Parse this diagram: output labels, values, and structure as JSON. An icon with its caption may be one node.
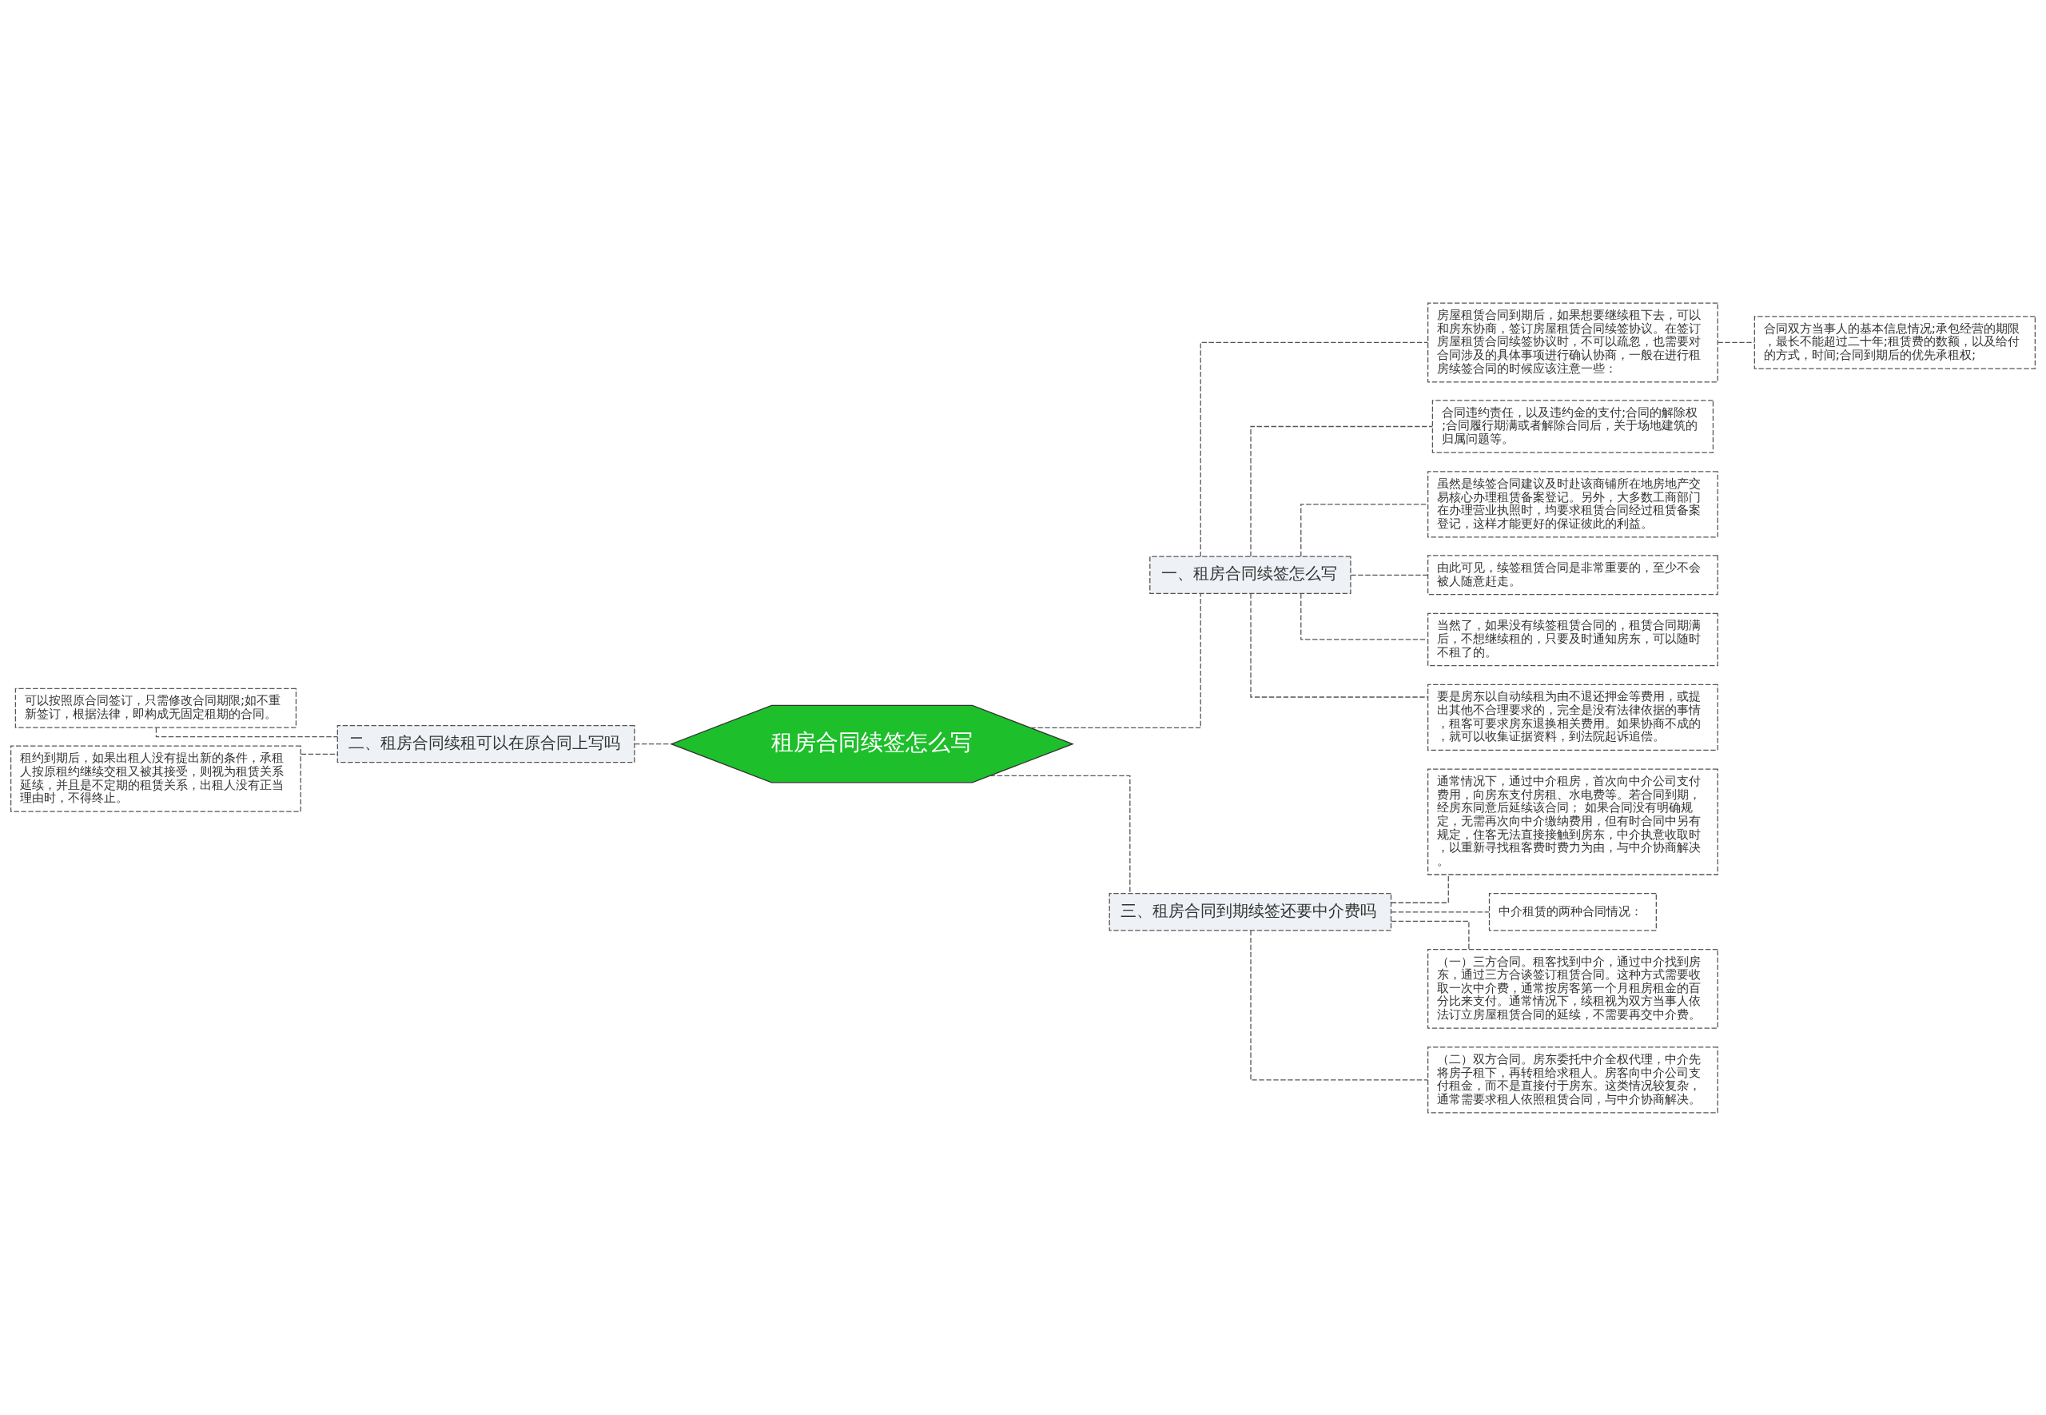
{
  "diagram": {
    "nodes": [
      {
        "text": [
          "租房合同续签怎么写"
        ]
      },
      {
        "text": [
          "一、租房合同续签怎么写"
        ]
      },
      {
        "text": [
          "房屋租赁合同到期后，如果想要继续租下去，可以和房东协商，签订房屋租赁合同续签协议。在签订房屋租赁合同续签协议时，不可以疏忽，也需要对合同涉及的具体事项进行确认协商，一般在进行租房续签合同的时候应该注意一些："
        ]
      },
      {
        "text": [
          "合同双方当事人的基本信息情况;承包经营的期限，最长不能超过二十年;租赁费的数额，以及给付的方式，时间;合同到期后的优先承租权;"
        ]
      },
      {
        "text": [
          "合同违约责任，以及违约金的支付;合同的解除权;合同履行期满或者解除合同后，关于场地建筑的归属问题等。"
        ]
      },
      {
        "text": [
          "虽然是续签合同建议及时赴该商铺所在地房地产交易核心办理租赁备案登记。另外，大多数工商部门在办理营业执照时，均要求租赁合同经过租赁备案登记，这样才能更好的保证彼此的利益。"
        ]
      },
      {
        "text": [
          "由此可见，续签租赁合同是非常重要的，至少不会被人随意赶走。"
        ]
      },
      {
        "text": [
          "当然了，如果没有续签租赁合同的，租赁合同期满后，不想继续租的，只要及时通知房东，可以随时不租了的。"
        ]
      },
      {
        "text": [
          "要是房东以自动续租为由不退还押金等费用，或提出其他不合理要求的，完全是没有法律依据的事情，租客可要求房东退换相关费用。如果协商不成的，就可以收集证据资料，到法院起诉追偿。"
        ]
      },
      {
        "text": [
          "二、租房合同续租可以在原合同上写吗"
        ]
      },
      {
        "text": [
          "可以按照原合同签订，只需修改合同期限;如不重新签订，根据法律，即构成无固定租期的合同。"
        ]
      },
      {
        "text": [
          "租约到期后，如果出租人没有提出新的条件，承租人按原租约继续交租又被其接受，则视为租赁关系延续，并且是不定期的租赁关系，出租人没有正当理由时，不得终止。"
        ]
      },
      {
        "text": [
          "三、租房合同到期续签还要中介费吗"
        ]
      },
      {
        "text": [
          "通常情况下，通过中介租房，首次向中介公司支付费用，向房东支付房租、水电费等。若合同到期，经房东同意后延续该合同； 如果合同没有明确规定，无需再次向中介缴纳费用，但有时合同中另有规定，住客无法直接接触到房东，中介执意收取时，以重新寻找租客费时费力为由，与中介协商解决。"
        ]
      },
      {
        "text": [
          "中介租赁的两种合同情况："
        ]
      },
      {
        "text": [
          "（一）三方合同。租客找到中介，通过中介找到房东，通过三方合谈签订租赁合同。这种方式需要收取一次中介费，通常按房客第一个月租房租金的百分比来支付。通常情况下，续租视为双方当事人依法订立房屋租赁合同的延续，不需要再交中介费。"
        ]
      },
      {
        "text": [
          "（二）双方合同。房东委托中介全权代理，中介先将房子租下，再转租给求租人。房客向中介公司支付租金，而不是直接付于房东。这类情况较复杂，通常需要求租人依照租赁合同，与中介协商解决。"
        ]
      }
    ],
    "edges": [
      {
        "from": 0,
        "to": 1,
        "arrow": "none"
      },
      {
        "from": 1,
        "to": 2,
        "arrow": "none"
      },
      {
        "from": 2,
        "to": 3,
        "arrow": "none"
      },
      {
        "from": 1,
        "to": 4,
        "arrow": "none"
      },
      {
        "from": 1,
        "to": 5,
        "arrow": "none"
      },
      {
        "from": 1,
        "to": 6,
        "arrow": "none"
      },
      {
        "from": 1,
        "to": 7,
        "arrow": "none"
      },
      {
        "from": 1,
        "to": 8,
        "arrow": "none"
      },
      {
        "from": 0,
        "to": 9,
        "arrow": "none"
      },
      {
        "from": 9,
        "to": 10,
        "arrow": "none"
      },
      {
        "from": 9,
        "to": 11,
        "arrow": "none"
      },
      {
        "from": 0,
        "to": 12,
        "arrow": "none"
      },
      {
        "from": 12,
        "to": 13,
        "arrow": "none"
      },
      {
        "from": 12,
        "to": 14,
        "arrow": "none"
      },
      {
        "from": 12,
        "to": 15,
        "arrow": "none"
      },
      {
        "from": 12,
        "to": 16,
        "arrow": "none"
      }
    ]
  }
}
